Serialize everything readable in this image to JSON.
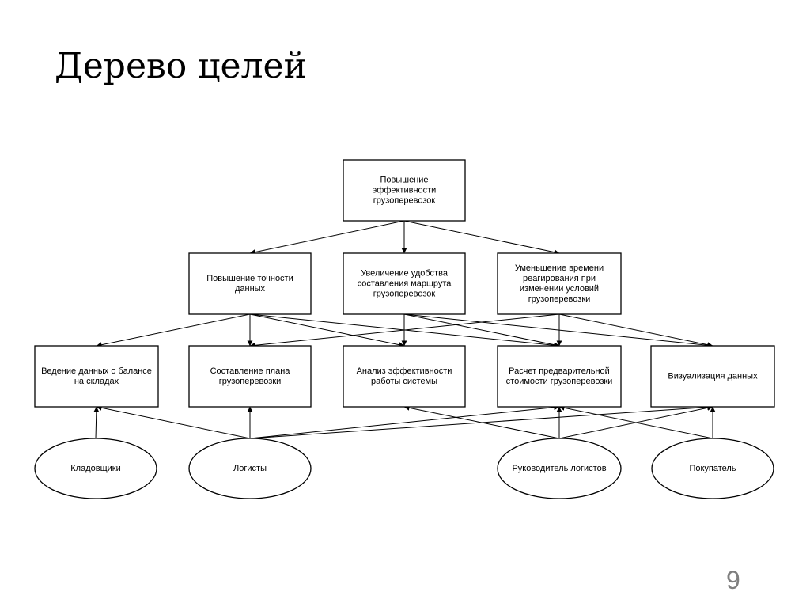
{
  "slide": {
    "title": "Дерево целей",
    "page_number": "9"
  },
  "diagram": {
    "nodes": {
      "root": [
        "Повышение",
        "эффективности",
        "грузоперевозок"
      ],
      "g1": [
        "Повышение точности",
        "данных"
      ],
      "g2": [
        "Увеличение удобства",
        "составления маршрута",
        "грузоперевозок"
      ],
      "g3": [
        "Уменьшение времени",
        "реагирования при",
        "изменении условий",
        "грузоперевозки"
      ],
      "t1": [
        "Ведение данных о балансе",
        "на складах"
      ],
      "t2": [
        "Составление плана",
        "грузоперевозки"
      ],
      "t3": [
        "Анализ эффективности",
        "работы системы"
      ],
      "t4": [
        "Расчет предварительной",
        "стоимости грузоперевозки"
      ],
      "t5": [
        "Визуализация данных"
      ],
      "a1": [
        "Кладовщики"
      ],
      "a2": [
        "Логисты"
      ],
      "a3": [
        "Руководитель логистов"
      ],
      "a4": [
        "Покупатель"
      ]
    },
    "edges": [
      [
        "root",
        "g1"
      ],
      [
        "root",
        "g2"
      ],
      [
        "root",
        "g3"
      ],
      [
        "g1",
        "t1"
      ],
      [
        "g1",
        "t2"
      ],
      [
        "g1",
        "t3"
      ],
      [
        "g1",
        "t4"
      ],
      [
        "g2",
        "t3"
      ],
      [
        "g2",
        "t4"
      ],
      [
        "g2",
        "t5"
      ],
      [
        "g3",
        "t2"
      ],
      [
        "g3",
        "t4"
      ],
      [
        "g3",
        "t5"
      ],
      [
        "a1",
        "t1"
      ],
      [
        "a2",
        "t1"
      ],
      [
        "a2",
        "t2"
      ],
      [
        "a2",
        "t4"
      ],
      [
        "a2",
        "t5"
      ],
      [
        "a3",
        "t3"
      ],
      [
        "a3",
        "t4"
      ],
      [
        "a3",
        "t5"
      ],
      [
        "a4",
        "t4"
      ],
      [
        "a4",
        "t5"
      ]
    ]
  }
}
